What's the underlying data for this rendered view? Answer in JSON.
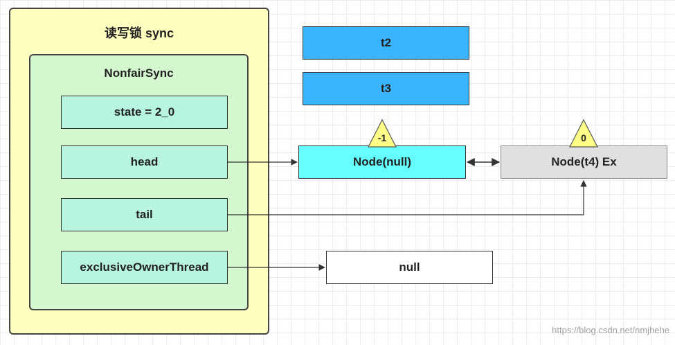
{
  "lock": {
    "title": "读写锁 sync"
  },
  "sync": {
    "title": "NonfairSync"
  },
  "fields": {
    "state": "state = 2_0",
    "head": "head",
    "tail": "tail",
    "owner": "exclusiveOwnerThread"
  },
  "threads": {
    "t2": "t2",
    "t3": "t3"
  },
  "nodes": {
    "node_null": {
      "label": "Node(null)",
      "waitStatus": "-1"
    },
    "node_t4": {
      "label": "Node(t4) Ex",
      "waitStatus": "0"
    }
  },
  "owner_target": "null",
  "watermark": "https://blog.csdn.net/nmjhehe",
  "colors": {
    "outer": "#ffffc0",
    "inner": "#d4f7d0",
    "field": "#b8f5e0",
    "thread": "#3ab4ff",
    "node_head": "#66ffff",
    "node_tail": "#e0e0e0",
    "triangle": "#ffff88"
  }
}
